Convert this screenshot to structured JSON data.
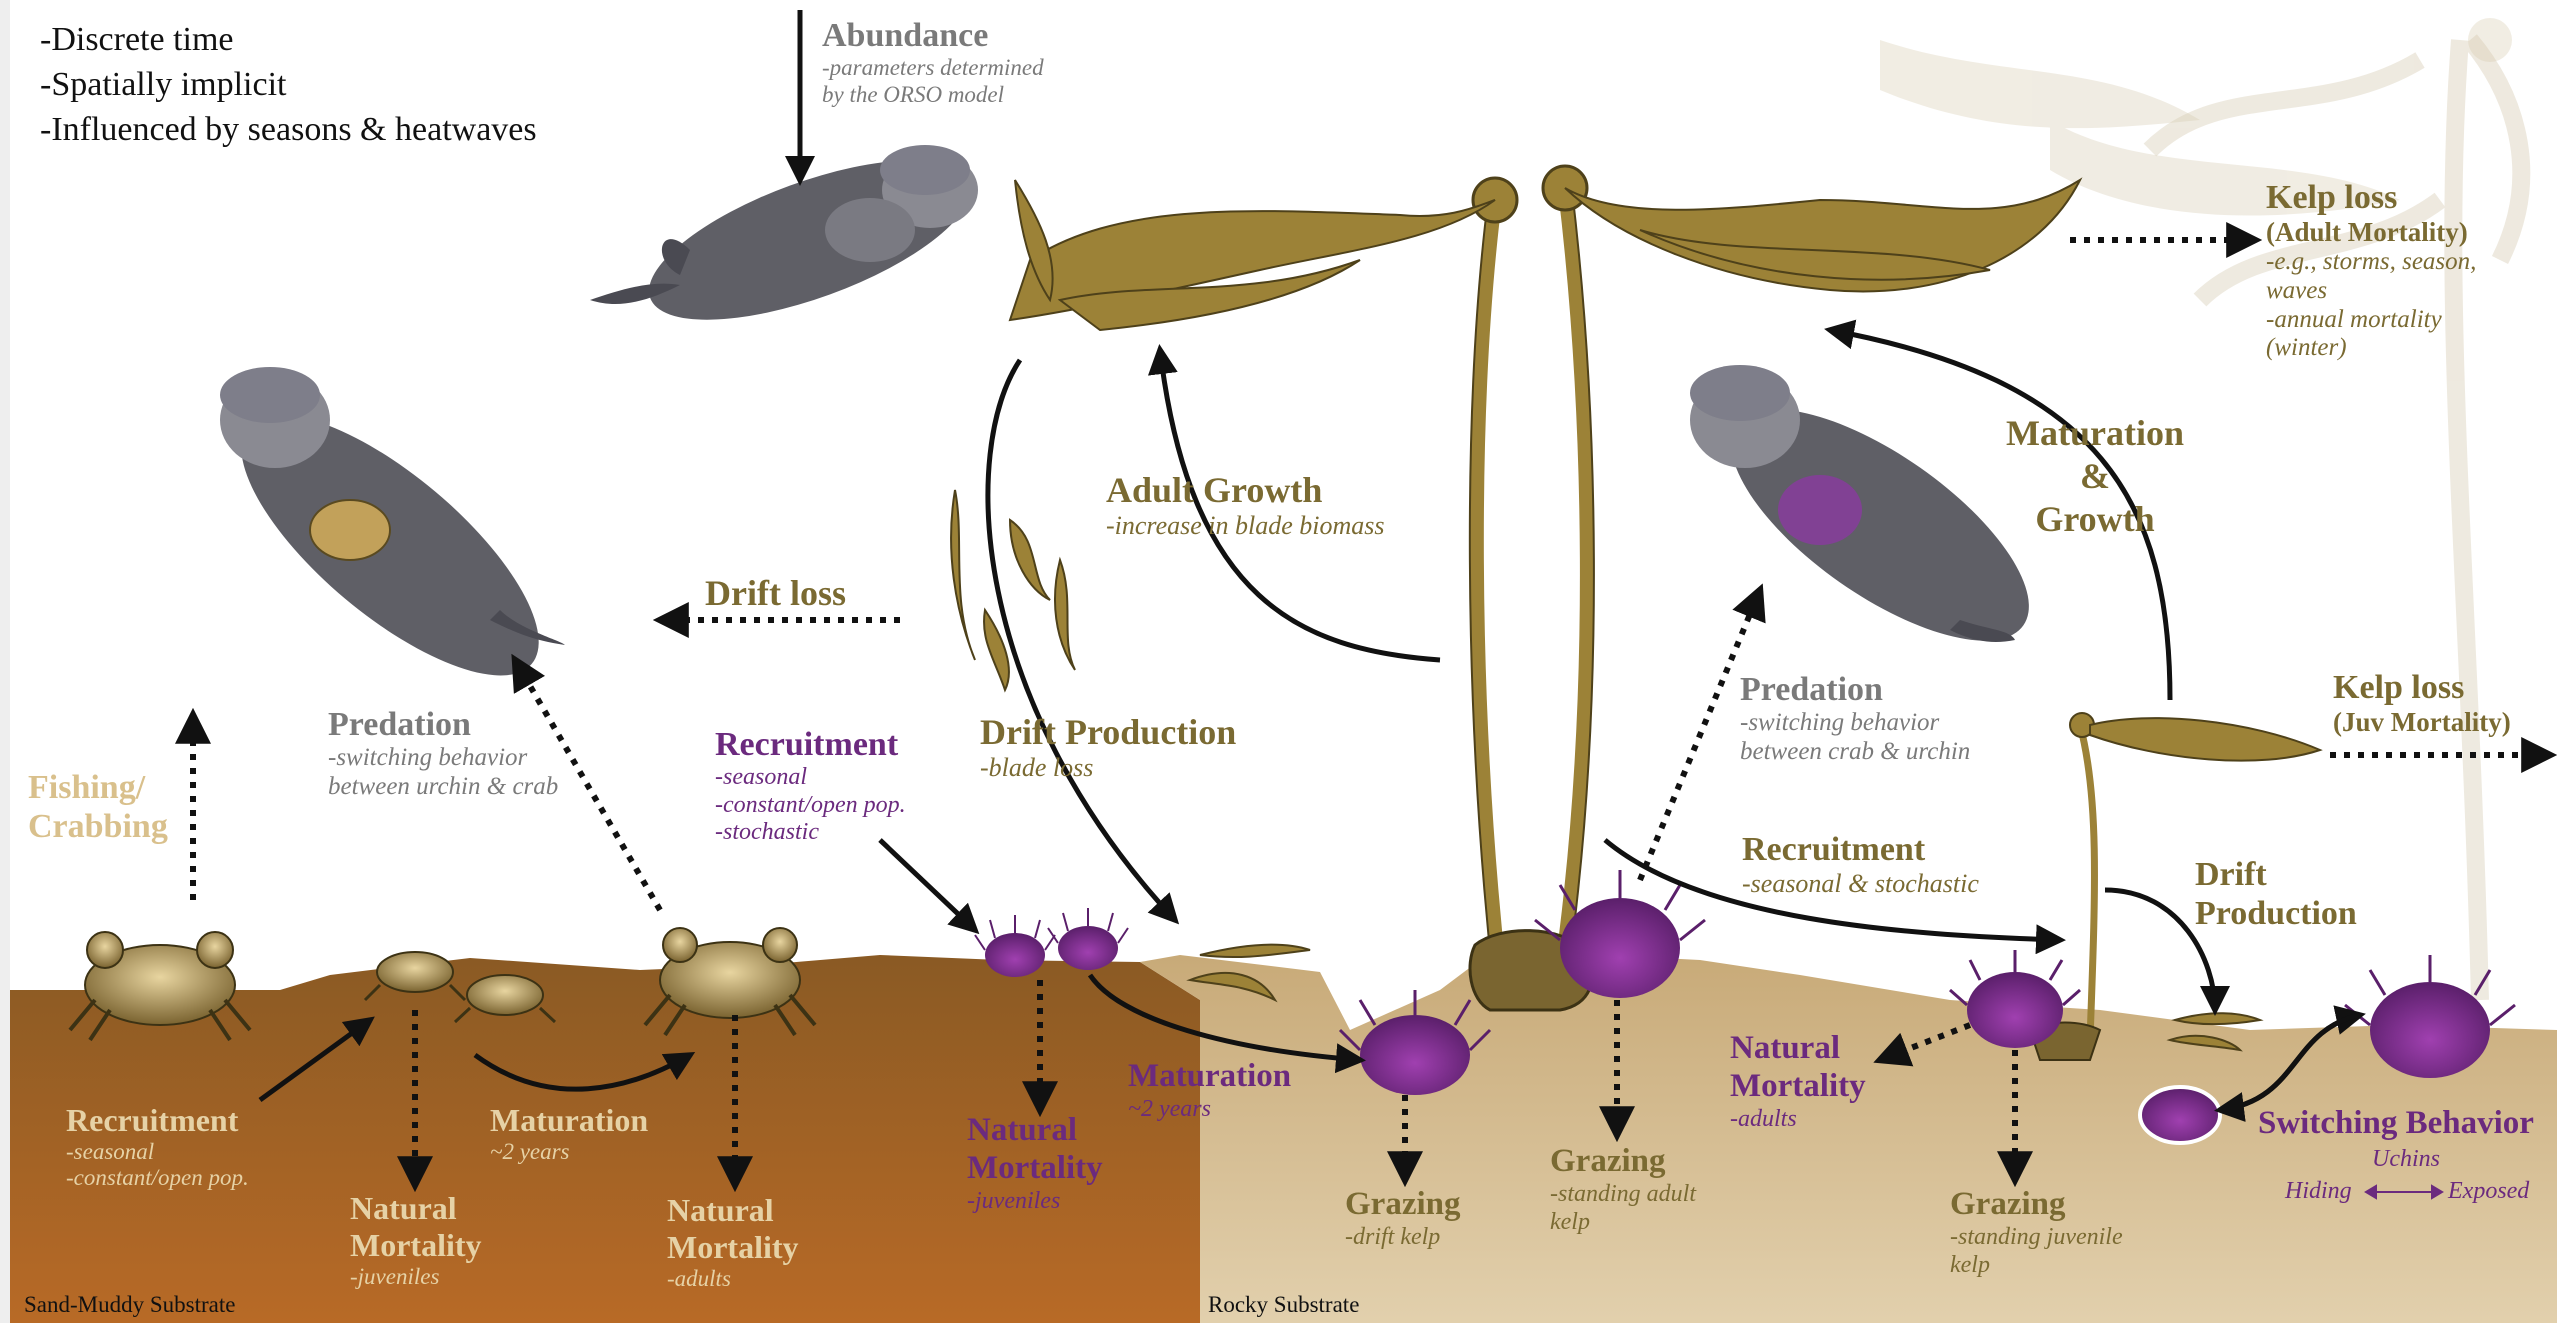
{
  "notes": {
    "line1": "-Discrete time",
    "line2": "-Spatially implicit",
    "line3": "-Influenced by seasons & heatwaves"
  },
  "abundance": {
    "title": "Abundance",
    "sub1": "-parameters determined",
    "sub2": "by the ORSO model"
  },
  "kelp_loss_adult": {
    "title": "Kelp loss",
    "subtitle": "(Adult Mortality)",
    "s1": "-e.g., storms, season,",
    "s2": "waves",
    "s3": "-annual mortality",
    "s4": "(winter)"
  },
  "adult_growth": {
    "title": "Adult Growth",
    "sub": "-increase in blade biomass"
  },
  "maturation_growth": {
    "l1": "Maturation",
    "l2": "&",
    "l3": "Growth"
  },
  "drift_loss": {
    "title": "Drift loss"
  },
  "predation_left": {
    "title": "Predation",
    "s1": "-switching behavior",
    "s2": "between urchin & crab"
  },
  "predation_right": {
    "title": "Predation",
    "s1": "-switching behavior",
    "s2": "between crab & urchin"
  },
  "kelp_loss_juv": {
    "title": "Kelp loss",
    "subtitle": "(Juv Mortality)"
  },
  "fishing": {
    "l1": "Fishing/",
    "l2": "Crabbing"
  },
  "recruitment_urchin": {
    "title": "Recruitment",
    "s1": "-seasonal",
    "s2": "-constant/open pop.",
    "s3": "-stochastic"
  },
  "drift_production_center": {
    "title": "Drift Production",
    "sub": "-blade loss"
  },
  "recruitment_kelp": {
    "title": "Recruitment",
    "sub": "-seasonal & stochastic"
  },
  "drift_production_right": {
    "l1": "Drift",
    "l2": "Production"
  },
  "recruitment_crab": {
    "title": "Recruitment",
    "s1": "-seasonal",
    "s2": "-constant/open pop."
  },
  "maturation_crab": {
    "title": "Maturation",
    "sub": "~2 years"
  },
  "natmort_crab_juv": {
    "l1": "Natural",
    "l2": "Mortality",
    "sub": "-juveniles"
  },
  "natmort_crab_adult": {
    "l1": "Natural",
    "l2": "Mortality",
    "sub": "-adults"
  },
  "natmort_urchin_juv": {
    "l1": "Natural",
    "l2": "Mortality",
    "sub": "-juveniles"
  },
  "maturation_urchin": {
    "title": "Maturation",
    "sub": "~2 years"
  },
  "natmort_urchin_adult": {
    "l1": "Natural",
    "l2": "Mortality",
    "sub": "-adults"
  },
  "grazing_drift": {
    "title": "Grazing",
    "sub": "-drift kelp"
  },
  "grazing_adult": {
    "title": "Grazing",
    "s1": "-standing adult",
    "s2": "kelp"
  },
  "grazing_juv": {
    "title": "Grazing",
    "s1": "-standing juvenile",
    "s2": "kelp"
  },
  "switching": {
    "title": "Switching Behavior",
    "uchins": "Uchins",
    "hiding": "Hiding",
    "exposed": "Exposed"
  },
  "substrate": {
    "sand": "Sand-Muddy Substrate",
    "rocky": "Rocky Substrate"
  },
  "colors": {
    "olive": "#7a6a32",
    "purple": "#6b2a7e",
    "gray": "#7a7a7a",
    "kelp": "#9c8237",
    "sand_mud": "#b0652a",
    "rocky": "#cdb07e"
  }
}
